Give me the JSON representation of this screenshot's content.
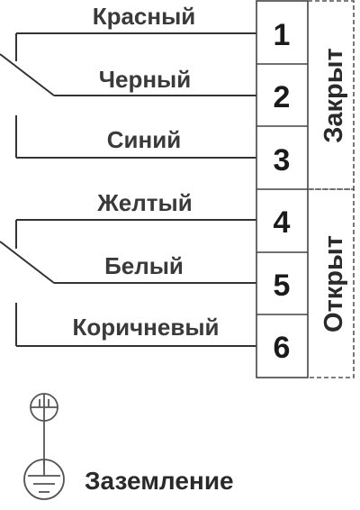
{
  "wires": [
    {
      "label": "Красный"
    },
    {
      "label": "Черный"
    },
    {
      "label": "Синий"
    },
    {
      "label": "Желтый"
    },
    {
      "label": "Белый"
    },
    {
      "label": "Коричневый"
    }
  ],
  "terminals": [
    "1",
    "2",
    "3",
    "4",
    "5",
    "6"
  ],
  "groups": {
    "closed": "Закрыт",
    "open": "Открыт"
  },
  "ground": {
    "label": "Заземление"
  }
}
